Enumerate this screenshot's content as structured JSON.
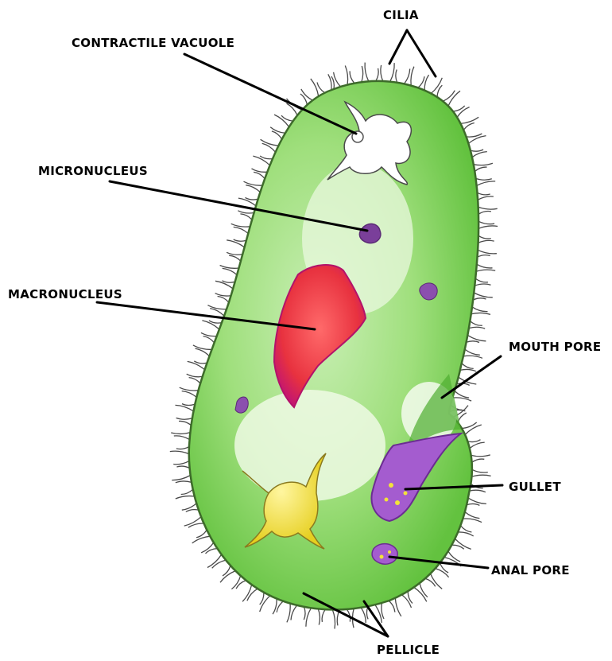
{
  "diagram": {
    "labels": {
      "cilia": "CILIA",
      "contractile_vacuole": "CONTRACTILE VACUOLE",
      "micronucleus": "MICRONUCLEUS",
      "macronucleus": "MACRONUCLEUS",
      "mouth_pore": "MOUTH PORE",
      "gullet": "GULLET",
      "anal_pore": "ANAL PORE",
      "pellicle": "PELLICLE"
    },
    "colors": {
      "cytoplasm": "#8ed96a",
      "cytoplasm_dark": "#5fbf3a",
      "pellicle_outline": "#3d6b2a",
      "cilia": "#4a4a4a",
      "macronucleus": "#e8323f",
      "macronucleus_edge": "#c4176f",
      "micronucleus": "#7a3f9a",
      "gullet": "#a45ccf",
      "food_vacuole": "#f2e23a",
      "contractile_vacuole": "#ffffff",
      "leader_lines": "#000000"
    }
  }
}
